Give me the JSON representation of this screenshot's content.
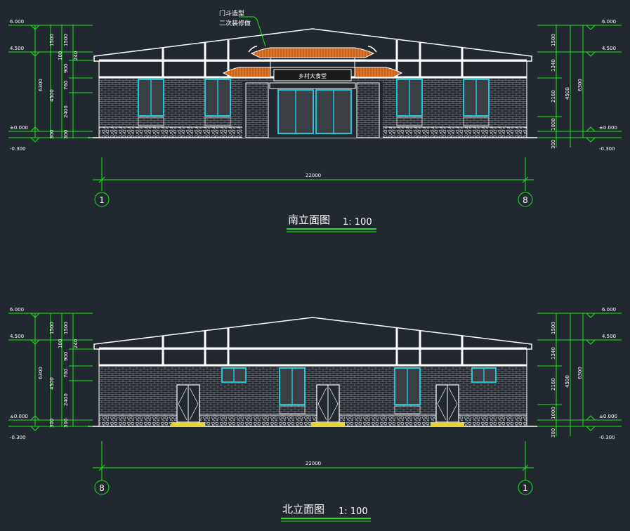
{
  "colors": {
    "background": "#212830",
    "dimension": "#19e619",
    "outline": "#ffffff",
    "window": "#22c4d8",
    "roof_tile": "#d2691e",
    "step": "#e8d23a",
    "brick": "#9a9a9a"
  },
  "elevation_marks": {
    "top": "6.000",
    "eave": "4.500",
    "ground": "±0.000",
    "below": "-0.300"
  },
  "dims_left": {
    "outer": "6300",
    "mid": "4500",
    "d1500": "1500",
    "d1500b": "1500",
    "d100": "100",
    "d900": "900",
    "d240": "240",
    "d760": "760",
    "d2400": "2400",
    "d300a": "300",
    "d300b": "300"
  },
  "dims_right": {
    "d1500": "1500",
    "d1340": "1340",
    "d2160": "2160",
    "d1000": "1000",
    "d300": "300",
    "d4500": "4500",
    "d6300": "6300"
  },
  "south": {
    "title": "南立面图",
    "scale": "1: 100",
    "total_width": "22000",
    "axis_left": "1",
    "axis_right": "8",
    "note_line1": "门斗造型",
    "note_line2": "二次装修做",
    "sign": "乡村大食堂"
  },
  "north": {
    "title": "北立面图",
    "scale": "1: 100",
    "total_width": "22000",
    "axis_left": "8",
    "axis_right": "1"
  }
}
